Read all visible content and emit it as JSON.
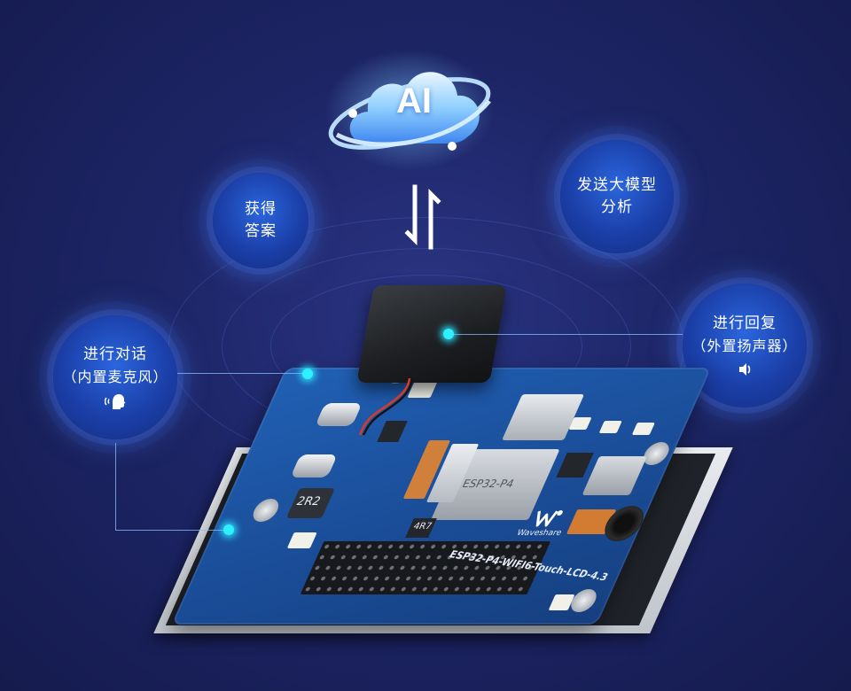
{
  "cloud": {
    "label": "AI"
  },
  "bubbles": {
    "answer": {
      "line1": "获得",
      "line2": "答案"
    },
    "send": {
      "line1": "发送大模型",
      "line2": "分析"
    },
    "reply": {
      "line1": "进行回复",
      "line2": "（外置扬声器）",
      "icon": "speaker-icon"
    },
    "talk": {
      "line1": "进行对话",
      "line2": "（内置麦克风）",
      "icon": "speaking-person-icon"
    }
  },
  "board": {
    "model_text": "ESP32-P4-WIFI6-Touch-LCD-4.3",
    "brand_text": "Waveshare",
    "inductor_text": "2R2",
    "small_inductor_text": "4R7",
    "module_text": "ESP32-P4",
    "logo_icon": "waveshare-logo-icon"
  },
  "colors": {
    "background": "#1d2566",
    "accent": "#2ff0ff",
    "bubble": "#1b3fa8",
    "pcb": "#1b4f9c"
  }
}
